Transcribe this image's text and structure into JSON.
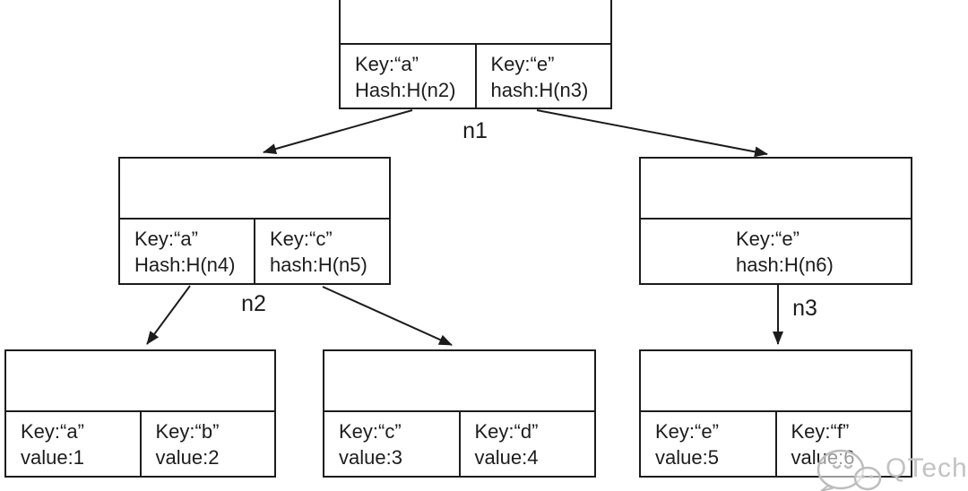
{
  "diagram": {
    "type": "merkle-btree-tree",
    "colors": {
      "background": "#ffffff",
      "line": "#1c1c1c",
      "text": "#1c1c1c",
      "watermark": "#c3c3c3"
    },
    "nodes": [
      {
        "id": "n1",
        "label": "n1",
        "cells": [
          {
            "line1": "Key:“a”",
            "line2": "Hash:H(n2)"
          },
          {
            "line1": "Key:“e”",
            "line2": "hash:H(n3)"
          }
        ]
      },
      {
        "id": "n2",
        "label": "n2",
        "cells": [
          {
            "line1": "Key:“a”",
            "line2": "Hash:H(n4)"
          },
          {
            "line1": "Key:“c”",
            "line2": "hash:H(n5)"
          }
        ]
      },
      {
        "id": "n3",
        "label": "n3",
        "cells": [
          {
            "line1": "Key:“e”",
            "line2": "hash:H(n6)"
          }
        ]
      },
      {
        "id": "leaf-ab",
        "label": "",
        "cells": [
          {
            "line1": "Key:“a”",
            "line2": "value:1"
          },
          {
            "line1": "Key:“b”",
            "line2": "value:2"
          }
        ]
      },
      {
        "id": "leaf-cd",
        "label": "",
        "cells": [
          {
            "line1": "Key:“c”",
            "line2": "value:3"
          },
          {
            "line1": "Key:“d”",
            "line2": "value:4"
          }
        ]
      },
      {
        "id": "leaf-ef",
        "label": "",
        "cells": [
          {
            "line1": "Key:“e”",
            "line2": "value:5"
          },
          {
            "line1": "Key:“f”",
            "line2": "value:6"
          }
        ]
      }
    ],
    "edges": [
      {
        "from": "n1",
        "to": "n2"
      },
      {
        "from": "n1",
        "to": "n3"
      },
      {
        "from": "n2",
        "to": "leaf-ab"
      },
      {
        "from": "n2",
        "to": "leaf-cd"
      },
      {
        "from": "n3",
        "to": "leaf-ef"
      }
    ],
    "watermark": {
      "text": "QTech",
      "icon": "wechat-icon"
    }
  }
}
